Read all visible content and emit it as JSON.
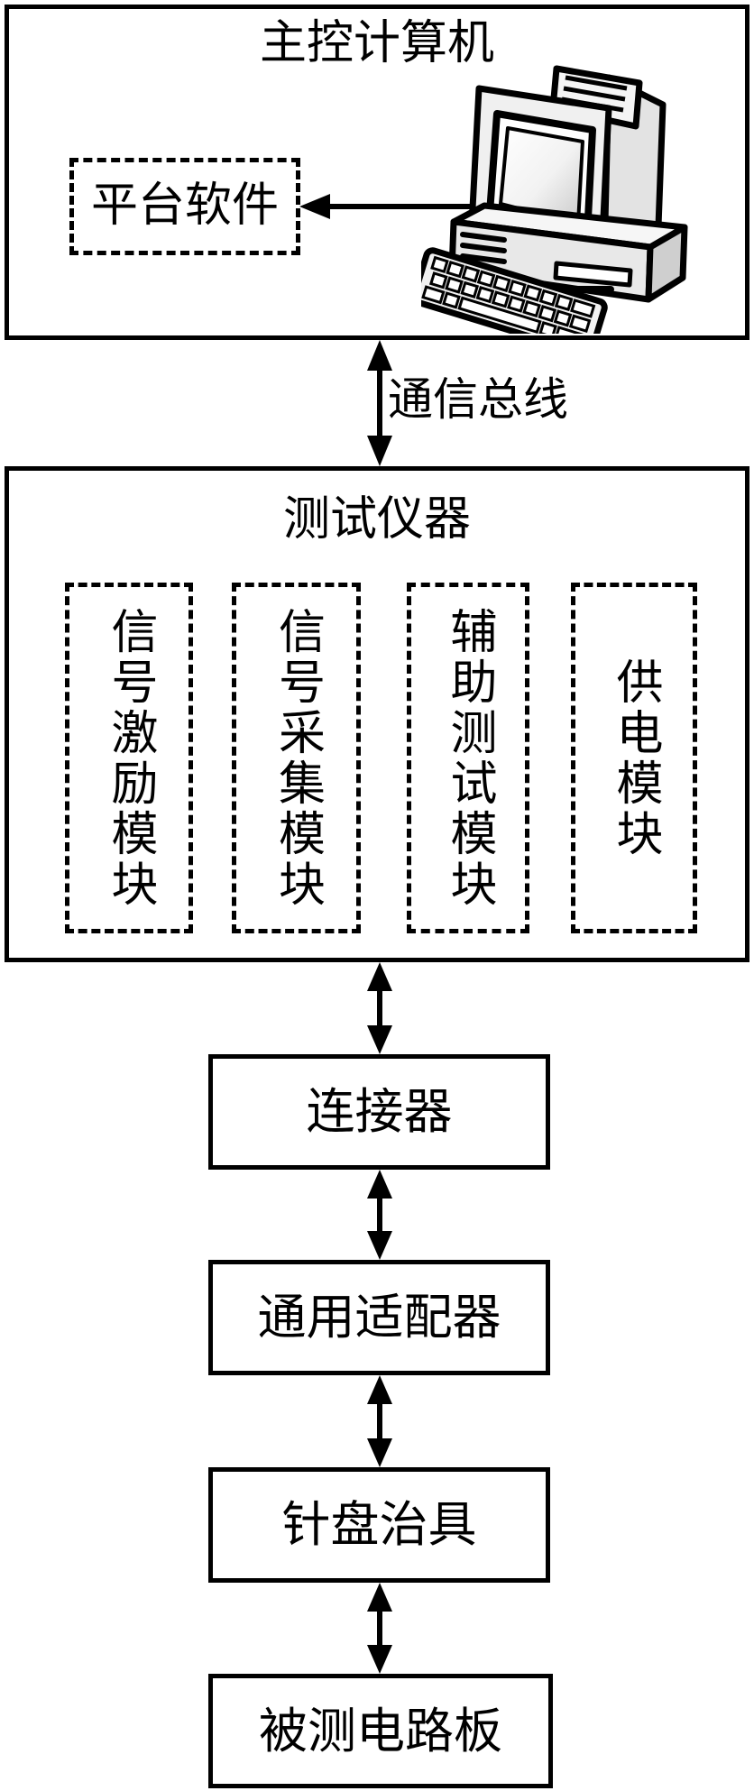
{
  "colors": {
    "background": "#ffffff",
    "line": "#000000",
    "computer_body": "#ededed",
    "computer_shadow": "#cfcfcf"
  },
  "host": {
    "title": "主控计算机",
    "software_label": "平台软件",
    "computer_icon": "desktop-computer-icon"
  },
  "bus_label": "通信总线",
  "instrument": {
    "title": "测试仪器",
    "modules": [
      "信号激励模块",
      "信号采集模块",
      "辅助测试模块",
      "供电模块"
    ]
  },
  "chain": [
    "连接器",
    "通用适配器",
    "针盘治具",
    "被测电路板"
  ]
}
